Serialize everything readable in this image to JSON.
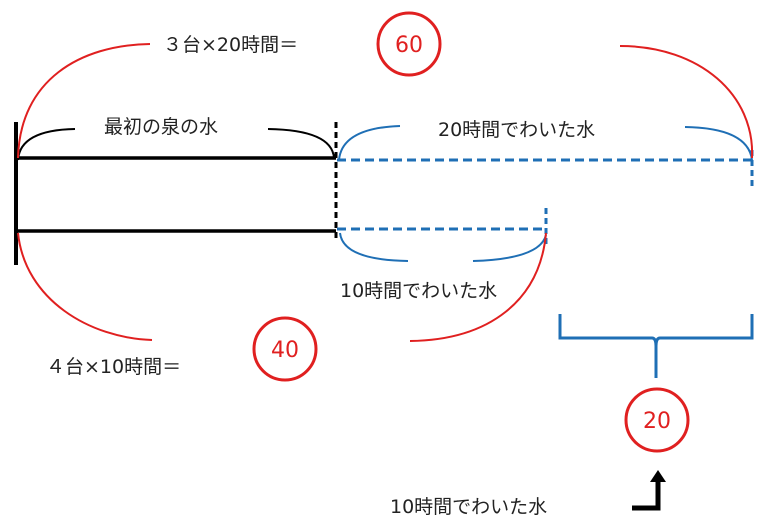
{
  "labels": {
    "top_equation": "３台×20時間＝",
    "top_answer": "60",
    "initial_water": "最初の泉の水",
    "twenty_hours_water": "20時間でわいた水",
    "ten_hours_water": "10時間でわいた水",
    "bottom_equation": "４台×10時間＝",
    "bottom_answer": "40",
    "difference_answer": "20",
    "difference_caption": "10時間でわいた水"
  },
  "colors": {
    "black": "#000000",
    "red": "#e02020",
    "blue": "#1f6fb5"
  }
}
